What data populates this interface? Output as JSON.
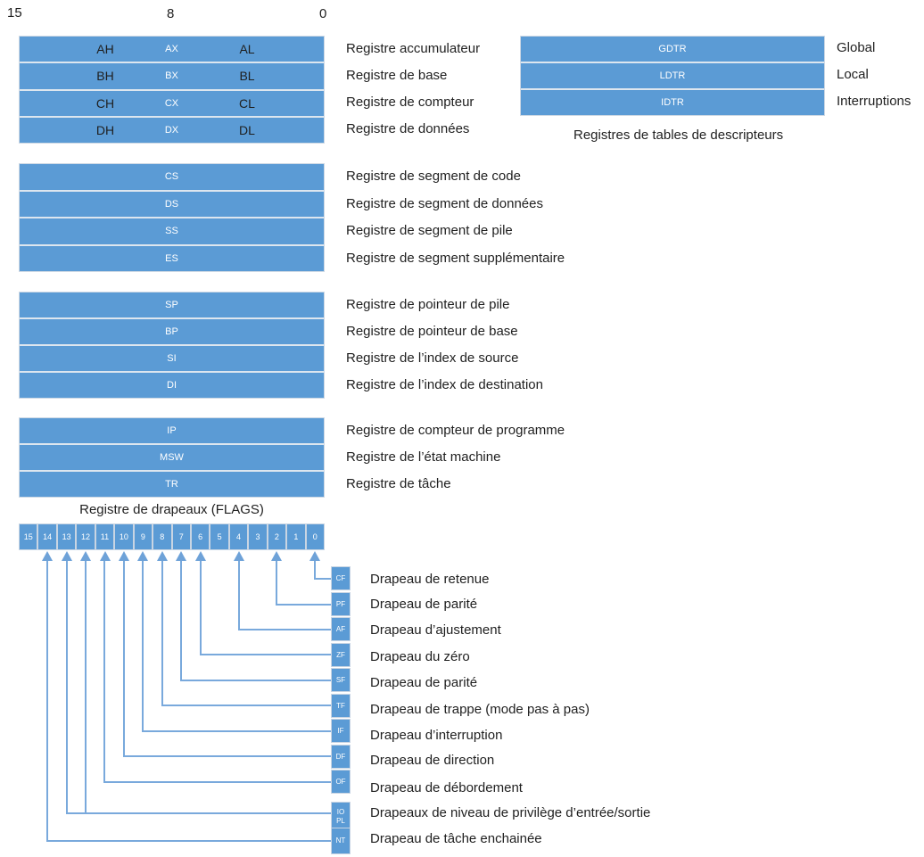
{
  "bit_scale": {
    "left": "15",
    "middle": "8",
    "right": "0"
  },
  "general_registers": {
    "rows": [
      {
        "high": "AH",
        "name": "AX",
        "low": "AL",
        "desc": "Registre accumulateur"
      },
      {
        "high": "BH",
        "name": "BX",
        "low": "BL",
        "desc": "Registre de base"
      },
      {
        "high": "CH",
        "name": "CX",
        "low": "CL",
        "desc": "Registre de compteur"
      },
      {
        "high": "DH",
        "name": "DX",
        "low": "DL",
        "desc": "Registre de données"
      }
    ]
  },
  "descriptor_registers": {
    "rows": [
      {
        "name": "GDTR",
        "desc": "Global"
      },
      {
        "name": "LDTR",
        "desc": "Local"
      },
      {
        "name": "IDTR",
        "desc": "Interruptions"
      }
    ],
    "caption": "Registres de tables de descripteurs"
  },
  "segment_registers": {
    "rows": [
      {
        "name": "CS",
        "desc": "Registre de segment de code"
      },
      {
        "name": "DS",
        "desc": "Registre de segment de données"
      },
      {
        "name": "SS",
        "desc": "Registre de segment de pile"
      },
      {
        "name": "ES",
        "desc": "Registre de segment supplémentaire"
      }
    ]
  },
  "pointer_registers": {
    "rows": [
      {
        "name": "SP",
        "desc": "Registre de pointeur de pile"
      },
      {
        "name": "BP",
        "desc": "Registre de pointeur de base"
      },
      {
        "name": "SI",
        "desc": "Registre de l’index de source"
      },
      {
        "name": "DI",
        "desc": "Registre de l’index de destination"
      }
    ]
  },
  "control_registers": {
    "rows": [
      {
        "name": "IP",
        "desc": "Registre de compteur de programme"
      },
      {
        "name": "MSW",
        "desc": "Registre de l’état machine"
      },
      {
        "name": "TR",
        "desc": "Registre de tâche"
      }
    ]
  },
  "flags_register": {
    "title": "Registre de drapeaux (FLAGS)",
    "bits": [
      "15",
      "14",
      "13",
      "12",
      "11",
      "10",
      "9",
      "8",
      "7",
      "6",
      "5",
      "4",
      "3",
      "2",
      "1",
      "0"
    ],
    "items": [
      {
        "label": "CF",
        "desc": "Drapeau de retenue",
        "bit": "0"
      },
      {
        "label": "PF",
        "desc": "Drapeau de parité",
        "bit": "2"
      },
      {
        "label": "AF",
        "desc": "Drapeau d’ajustement",
        "bit": "4"
      },
      {
        "label": "ZF",
        "desc": "Drapeau du zéro",
        "bit": "6"
      },
      {
        "label": "SF",
        "desc": "Drapeau de parité",
        "bit": "7"
      },
      {
        "label": "TF",
        "desc": "Drapeau de trappe (mode pas à pas)",
        "bit": "8"
      },
      {
        "label": "IF",
        "desc": "Drapeau d’interruption",
        "bit": "9"
      },
      {
        "label": "DF",
        "desc": "Drapeau de direction",
        "bit": "10"
      },
      {
        "label": "OF",
        "desc": "Drapeau de débordement",
        "bit": "11"
      },
      {
        "label": "IO PL",
        "desc": "Drapeaux de niveau de privilège d’entrée/sortie",
        "bit": "12-13"
      },
      {
        "label": "NT",
        "desc": "Drapeau de tâche enchainée",
        "bit": "14"
      }
    ]
  },
  "colors": {
    "box_fill": "#5B9BD5",
    "box_border": "#C9D5E3",
    "connector_line": "#79A9DC",
    "text_dark": "#1F1F1F",
    "text_light": "#FFFFFF"
  }
}
